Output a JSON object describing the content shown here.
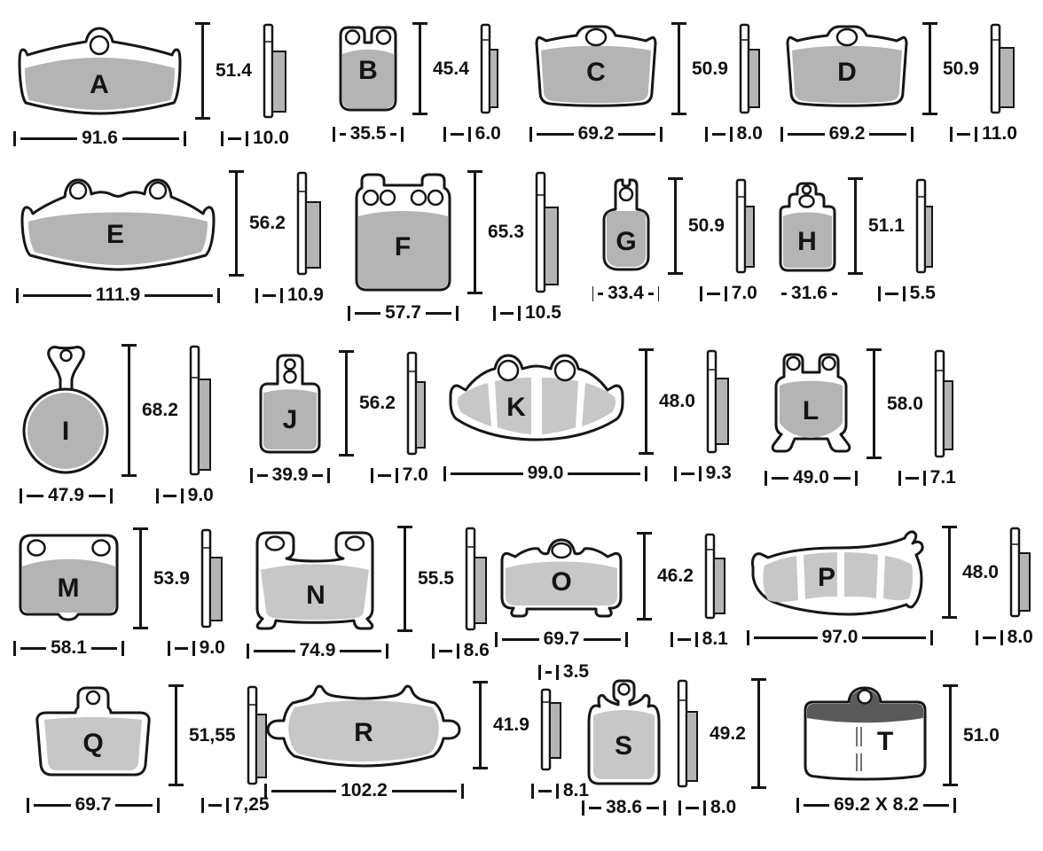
{
  "figure": {
    "description": "Brake pad shapes with width, height and thickness dimensions",
    "units": "mm"
  },
  "colors": {
    "outline": "#161616",
    "friction_dark": "#b4b4b4",
    "friction_light": "#c7c7c7",
    "backing": "#ffffff",
    "dark_band": "#5a5a5a",
    "text": "#111111"
  },
  "pads": [
    {
      "letter": "A",
      "width": "91.6",
      "height": "51.4",
      "thickness": "10.0"
    },
    {
      "letter": "B",
      "width": "35.5",
      "height": "45.4",
      "thickness": "6.0"
    },
    {
      "letter": "C",
      "width": "69.2",
      "height": "50.9",
      "thickness": "8.0"
    },
    {
      "letter": "D",
      "width": "69.2",
      "height": "50.9",
      "thickness": "11.0"
    },
    {
      "letter": "E",
      "width": "111.9",
      "height": "56.2",
      "thickness": "10.9"
    },
    {
      "letter": "F",
      "width": "57.7",
      "height": "65.3",
      "thickness": "10.5"
    },
    {
      "letter": "G",
      "width": "33.4",
      "height": "50.9",
      "thickness": "7.0"
    },
    {
      "letter": "H",
      "width": "31.6",
      "height": "51.1",
      "thickness": "5.5"
    },
    {
      "letter": "I",
      "width": "47.9",
      "height": "68.2",
      "thickness": "9.0"
    },
    {
      "letter": "J",
      "width": "39.9",
      "height": "56.2",
      "thickness": "7.0"
    },
    {
      "letter": "K",
      "width": "99.0",
      "height": "48.0",
      "thickness": "9.3"
    },
    {
      "letter": "L",
      "width": "49.0",
      "height": "58.0",
      "thickness": "7.1"
    },
    {
      "letter": "M",
      "width": "58.1",
      "height": "53.9",
      "thickness": "9.0"
    },
    {
      "letter": "N",
      "width": "74.9",
      "height": "55.5",
      "thickness": "8.6"
    },
    {
      "letter": "O",
      "width": "69.7",
      "height": "46.2",
      "thickness": "8.1"
    },
    {
      "letter": "P",
      "width": "97.0",
      "height": "48.0",
      "thickness": "8.0"
    },
    {
      "letter": "Q",
      "width": "69.7",
      "height": "51,55",
      "thickness": "7,25"
    },
    {
      "letter": "R",
      "width": "102.2",
      "height": "41.9",
      "thickness": "8.1",
      "backing_thickness": "3.5"
    },
    {
      "letter": "S",
      "width": "38.6",
      "height": "49.2",
      "thickness": "8.0"
    },
    {
      "letter": "T",
      "width": "69.2 X 8.2",
      "height": "51.0"
    }
  ]
}
